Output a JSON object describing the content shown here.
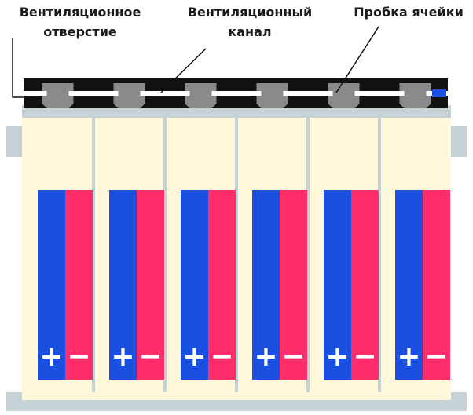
{
  "labels": {
    "vent_hole_line1": "Вентиляционное",
    "vent_hole_line2": "отверстие",
    "vent_channel_line1": "Вентиляционный",
    "vent_channel_line2": "канал",
    "cell_plug": "Пробка ячейки"
  },
  "cells": [
    {
      "plus": "+",
      "minus": "−"
    },
    {
      "plus": "+",
      "minus": "−"
    },
    {
      "plus": "+",
      "minus": "−"
    },
    {
      "plus": "+",
      "minus": "−"
    },
    {
      "plus": "+",
      "minus": "−"
    },
    {
      "plus": "+",
      "minus": "−"
    }
  ],
  "colors": {
    "positive_plate": "#1a4fe0",
    "negative_plate": "#ff2e6a",
    "electrolyte": "#fff7da",
    "casing": "#c6d2d6",
    "lid": "#111111",
    "plug": "#8a8a8a",
    "vent_highlight": "#1a4fe0"
  }
}
